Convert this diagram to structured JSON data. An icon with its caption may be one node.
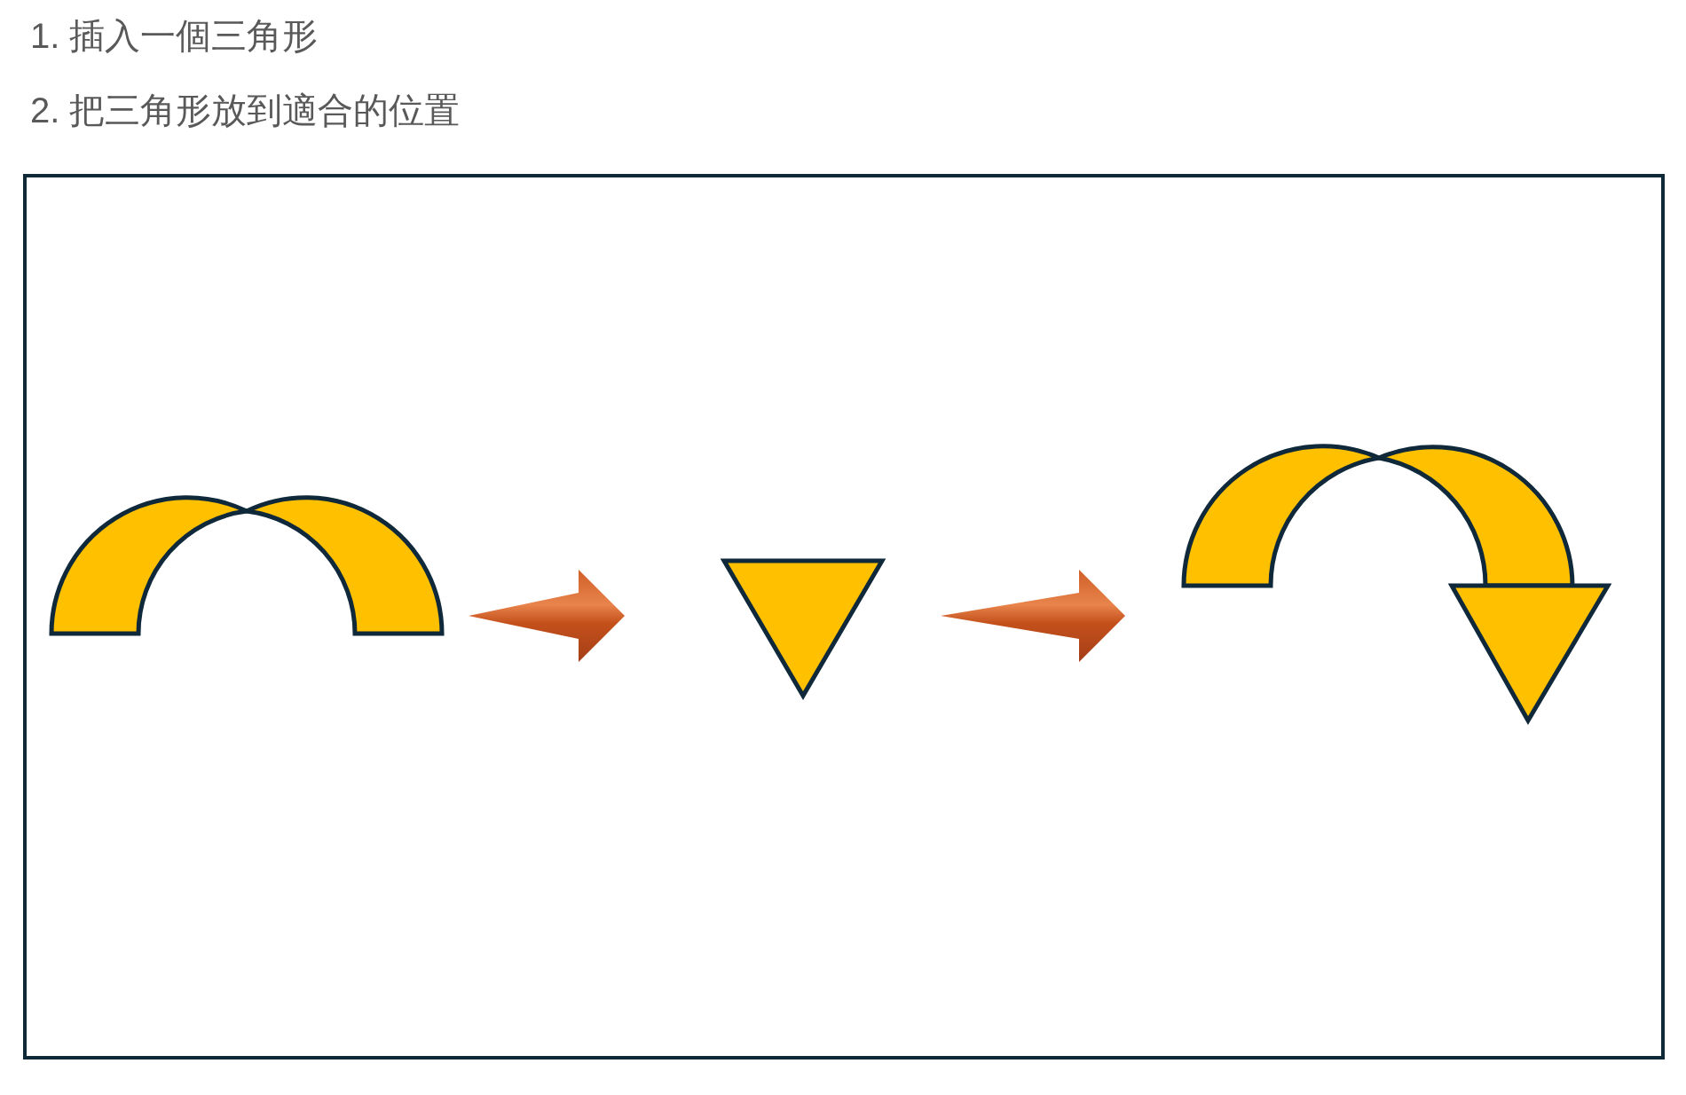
{
  "diagram": {
    "nodes": [
      {
        "text": [],
        "shape": "arch"
      },
      {
        "text": [],
        "shape": "triangle"
      },
      {
        "text": [],
        "shape": "arrow"
      }
    ],
    "edges": [
      {
        "from": 0,
        "to": 1,
        "arrow": "to"
      },
      {
        "from": 1,
        "to": 2,
        "arrow": "to"
      }
    ],
    "labels": [
      "1. 插入一個三角形",
      "2. 把三角形放到適合的位置"
    ]
  }
}
